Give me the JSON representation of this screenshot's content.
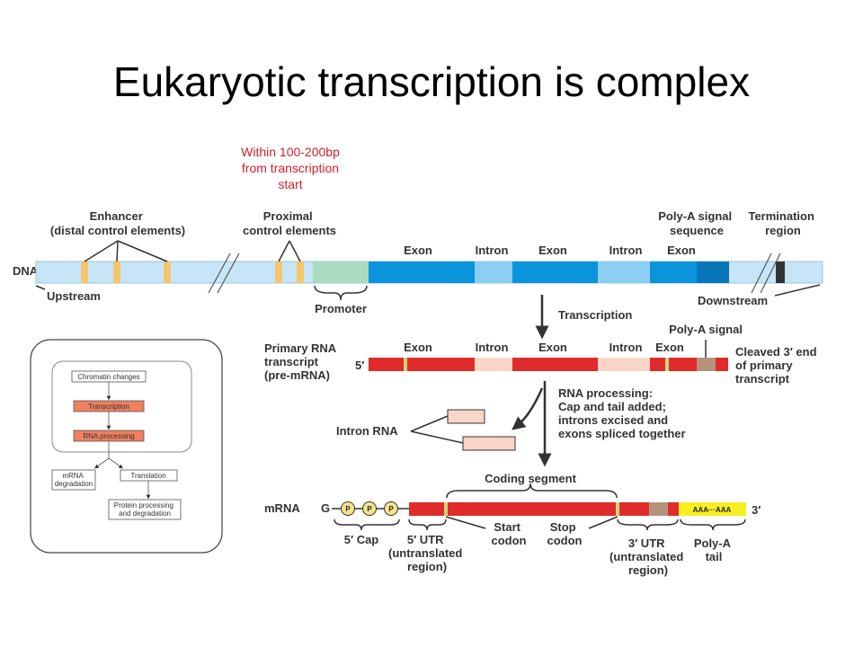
{
  "title": "Eukaryotic transcription is complex",
  "annotation": [
    "Within 100-200bp",
    "from transcription",
    "start"
  ],
  "dna": {
    "label": "DNA",
    "enhancer": [
      "Enhancer",
      "(distal control elements)"
    ],
    "proximal": [
      "Proximal",
      "control elements"
    ],
    "exon": "Exon",
    "intron": "Intron",
    "polya_signal_seq": [
      "Poly-A signal",
      "sequence"
    ],
    "termination": [
      "Termination",
      "region"
    ],
    "upstream": "Upstream",
    "downstream": "Downstream",
    "promoter": "Promoter"
  },
  "transcription": "Transcription",
  "pre_mrna": {
    "label": [
      "Primary RNA",
      "transcript",
      "(pre-mRNA)"
    ],
    "five": "5′",
    "polya_signal": "Poly-A signal",
    "cleaved": [
      "Cleaved 3′ end",
      "of primary",
      "transcript"
    ]
  },
  "processing": [
    "RNA processing:",
    "Cap and tail added;",
    "introns excised and",
    "exons spliced together"
  ],
  "intron_rna": "Intron RNA",
  "mrna": {
    "label": "mRNA",
    "g": "G",
    "p": "P",
    "coding_segment": "Coding segment",
    "polya_text": "AAA···AAA",
    "three": "3′",
    "cap": "5′ Cap",
    "utr5": [
      "5′ UTR",
      "(untranslated",
      "region)"
    ],
    "start": [
      "Start",
      "codon"
    ],
    "stop": [
      "Stop",
      "codon"
    ],
    "utr3": [
      "3′ UTR",
      "(untranslated",
      "region)"
    ],
    "polya_tail": [
      "Poly-A",
      "tail"
    ]
  },
  "flow": {
    "chromatin": "Chromatin changes",
    "transcription": "Transcription",
    "processing": "RNA processing",
    "degradation": [
      "mRNA",
      "degradation"
    ],
    "translation": "Translation",
    "protein": [
      "Protein processing",
      "and degradation"
    ]
  },
  "colors": {
    "annotation": "#d0202a",
    "dna_light": "#c6e6f7",
    "exon_blue": "#0a94dc",
    "intron_blue": "#8ccff2",
    "promoter": "#a9dcc0",
    "control": "#f5c56a",
    "rna_red": "#e02b2b",
    "intron_pink": "#f9d5c7",
    "polya_yellow": "#f8ef22",
    "brown": "#b5937b",
    "flow_red": "#ef8060"
  }
}
